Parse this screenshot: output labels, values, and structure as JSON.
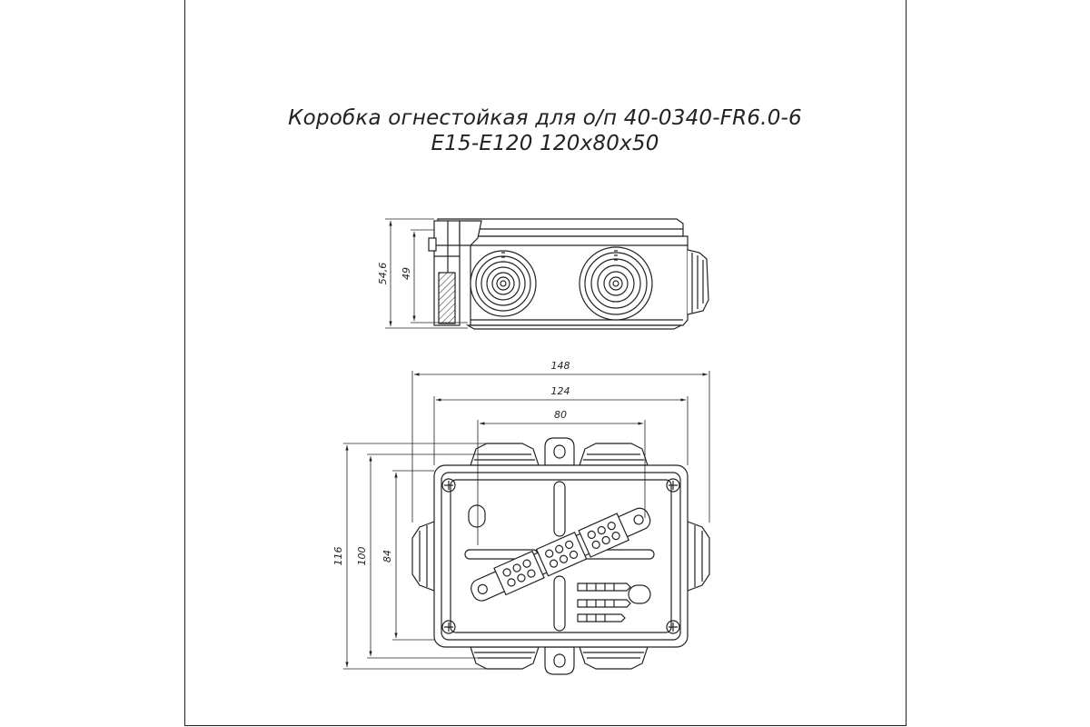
{
  "title": {
    "line1": "Коробка огнестойкая для о/п 40-0340-FR6.0-6",
    "line2": "E15-E120 120x80x50"
  },
  "side_view": {
    "dim_overall_height": "54,6",
    "dim_body_height": "49"
  },
  "top_view": {
    "dim_overall_width": "148",
    "dim_body_width": "124",
    "dim_mount_spacing": "80",
    "dim_overall_depth": "116",
    "dim_body_depth": "100",
    "dim_inner_depth": "84"
  },
  "colors": {
    "line": "#222222",
    "fill": "#ffffff",
    "background": "#ffffff"
  }
}
